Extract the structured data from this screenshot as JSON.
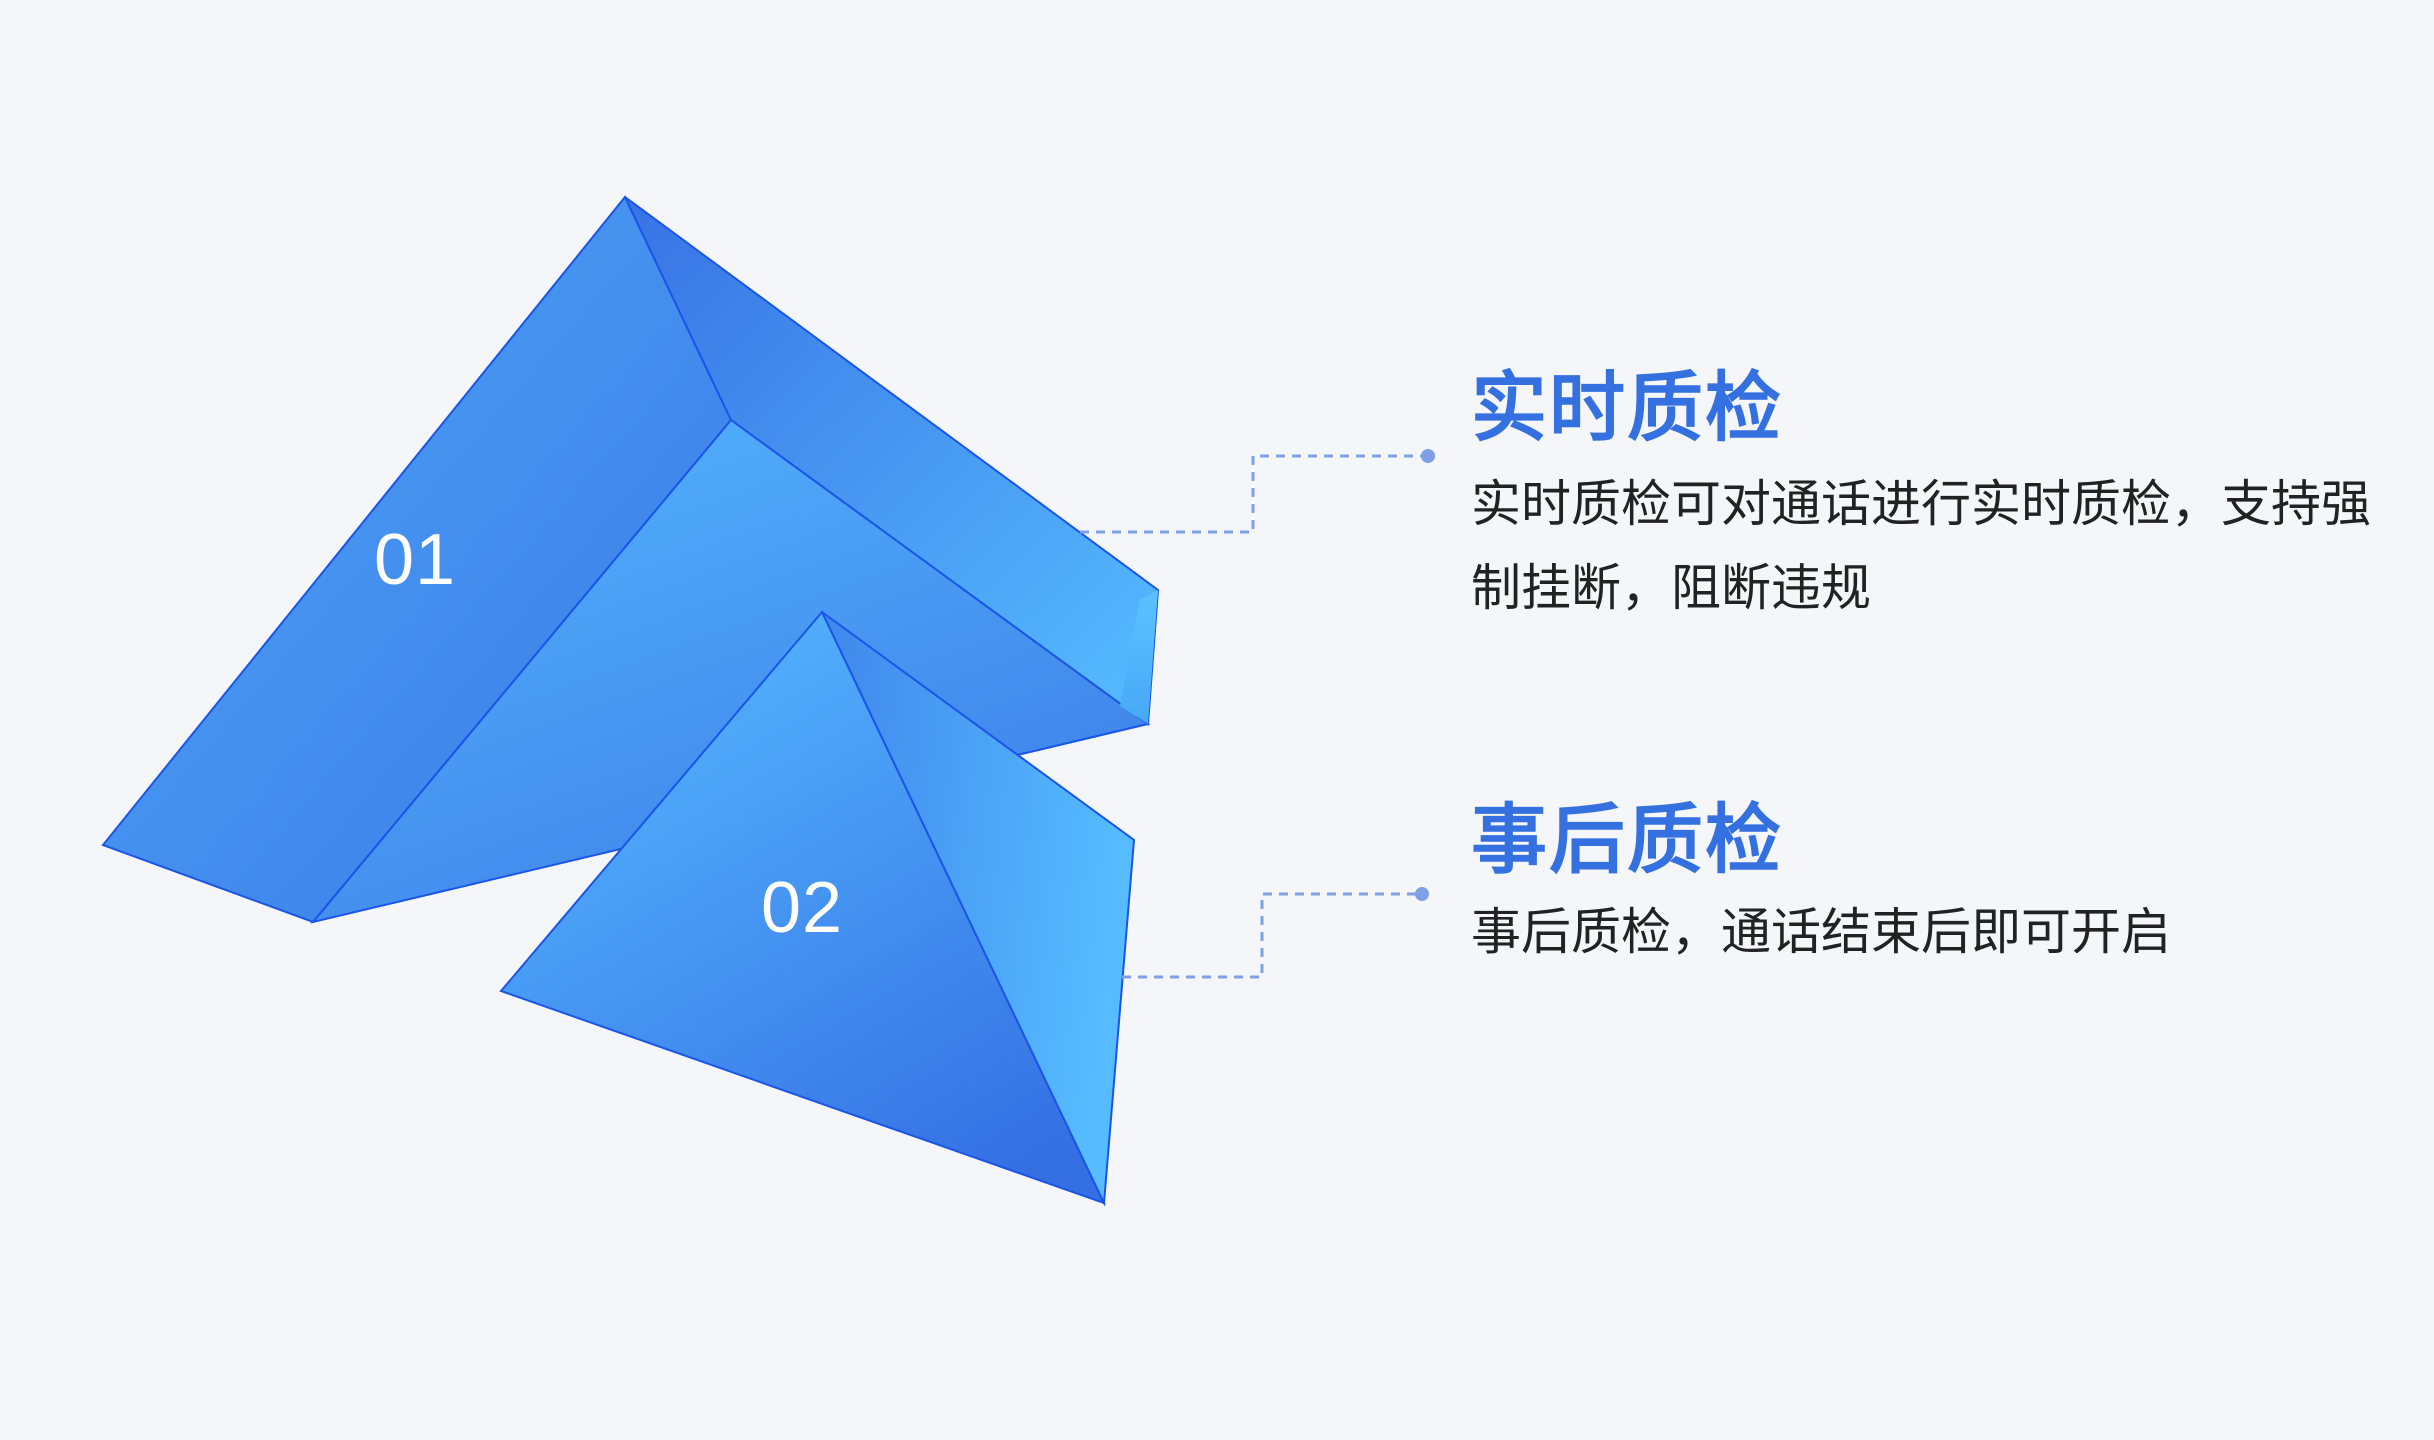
{
  "items": [
    {
      "number": "01",
      "title": "实时质检",
      "description": "实时质检可对通话进行实时质检，支持强制挂断，阻断违规"
    },
    {
      "number": "02",
      "title": "事后质检",
      "description": "事后质检，通话结束后即可开启"
    }
  ],
  "colors": {
    "background": "#f4f6f9",
    "accent": "#3470e0",
    "connector": "#7fa0e8",
    "shape_light": "#56bbff",
    "shape_dark": "#3a72e6"
  }
}
